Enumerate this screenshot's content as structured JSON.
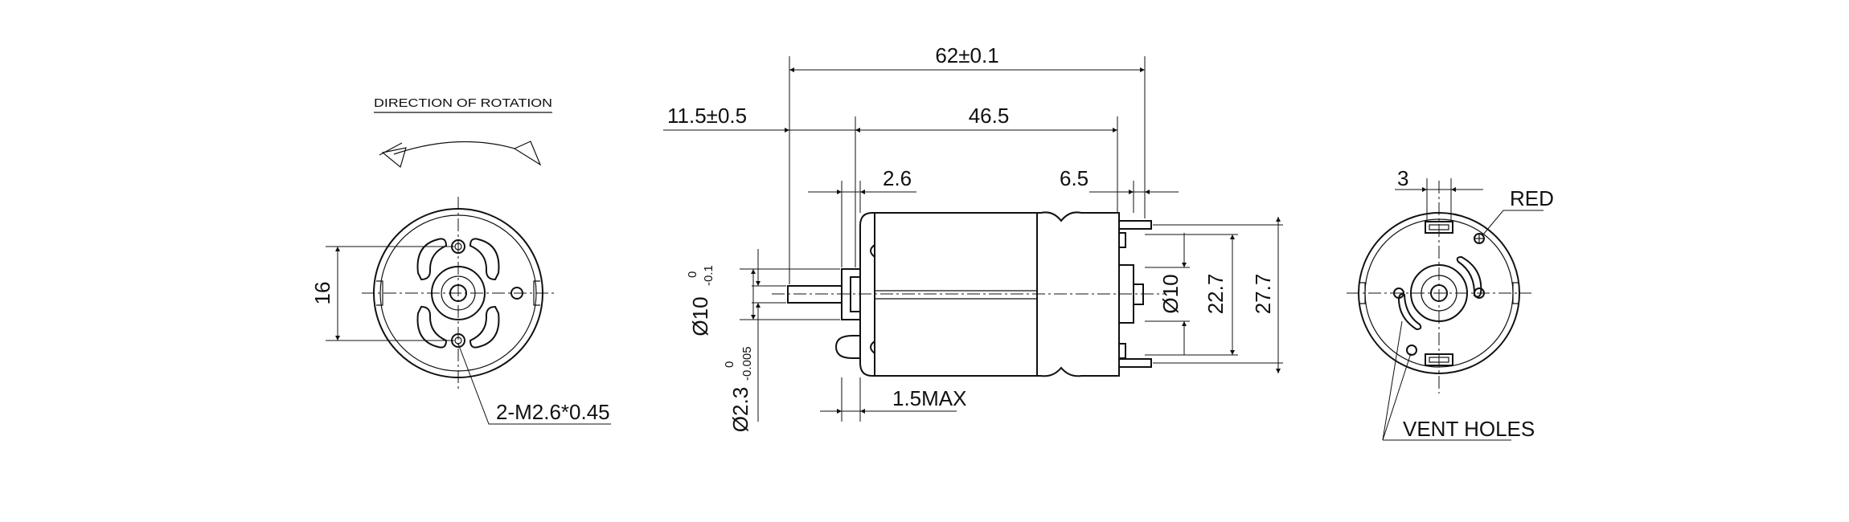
{
  "front_view": {
    "rotation_label": "DIRECTION OF ROTATION",
    "dim_16": "16",
    "screw_note": "2-M2.6*0.45"
  },
  "side_view": {
    "overall_length": "62±0.1",
    "shaft_length": "11.5±0.5",
    "body_length": "46.5",
    "boss_length": "2.6",
    "terminal_length": "6.5",
    "boss_dia_main": "Ø10",
    "boss_dia_sup": "0",
    "boss_dia_sub": "-0.1",
    "shaft_dia_main": "Ø2.3",
    "shaft_dia_sup": "0",
    "shaft_dia_sub": "-0.005",
    "boss_max": "1.5MAX",
    "dia_10": "Ø10",
    "dia_22_7": "22.7",
    "dia_27_7": "27.7"
  },
  "rear_view": {
    "dim_3": "3",
    "red_label": "RED",
    "vent_label": "VENT HOLES"
  }
}
